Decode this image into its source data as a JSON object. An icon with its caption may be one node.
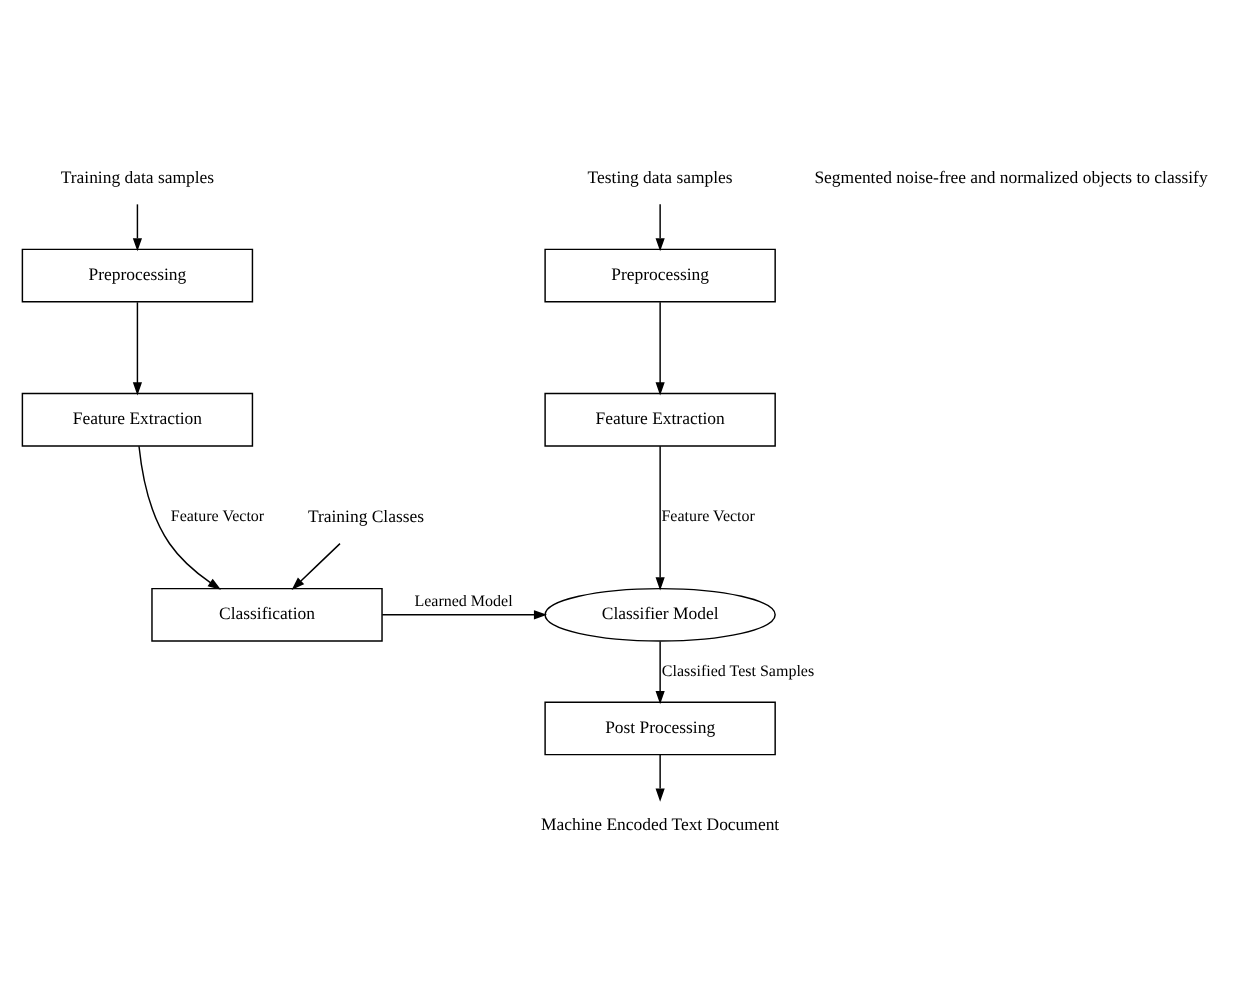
{
  "diagram": {
    "nodes": [
      {
        "text": [
          "Training data samples"
        ]
      },
      {
        "text": [
          "Testing data samples"
        ]
      },
      {
        "text": [
          "Preprocessing"
        ]
      },
      {
        "text": [
          "Preprocessing"
        ]
      },
      {
        "text": [
          "Feature Extraction"
        ]
      },
      {
        "text": [
          "Feature Extraction"
        ]
      },
      {
        "text": [
          "Training Classes"
        ]
      },
      {
        "text": [
          "Classification"
        ]
      },
      {
        "text": [
          "Classifier Model"
        ]
      },
      {
        "text": [
          "Post Processing"
        ]
      },
      {
        "text": [
          "Machine Encoded Text Document"
        ]
      }
    ],
    "edges": [
      {
        "from": 0,
        "to": 2,
        "arrow": "to"
      },
      {
        "from": 1,
        "to": 3,
        "arrow": "to"
      },
      {
        "from": 2,
        "to": 4,
        "arrow": "to"
      },
      {
        "from": 3,
        "to": 5,
        "arrow": "to"
      },
      {
        "from": 4,
        "to": 7,
        "arrow": "to",
        "label": "Feature Vector"
      },
      {
        "from": 6,
        "to": 7,
        "arrow": "to"
      },
      {
        "from": 5,
        "to": 8,
        "arrow": "to",
        "label": "Feature Vector"
      },
      {
        "from": 7,
        "to": 8,
        "arrow": "to",
        "label": "Learned Model"
      },
      {
        "from": 8,
        "to": 9,
        "arrow": "to",
        "label": "Classified Test Samples"
      },
      {
        "from": 9,
        "to": 10,
        "arrow": "to"
      }
    ],
    "labels": [
      "Segmented noise-free and normalized objects to classify"
    ]
  }
}
